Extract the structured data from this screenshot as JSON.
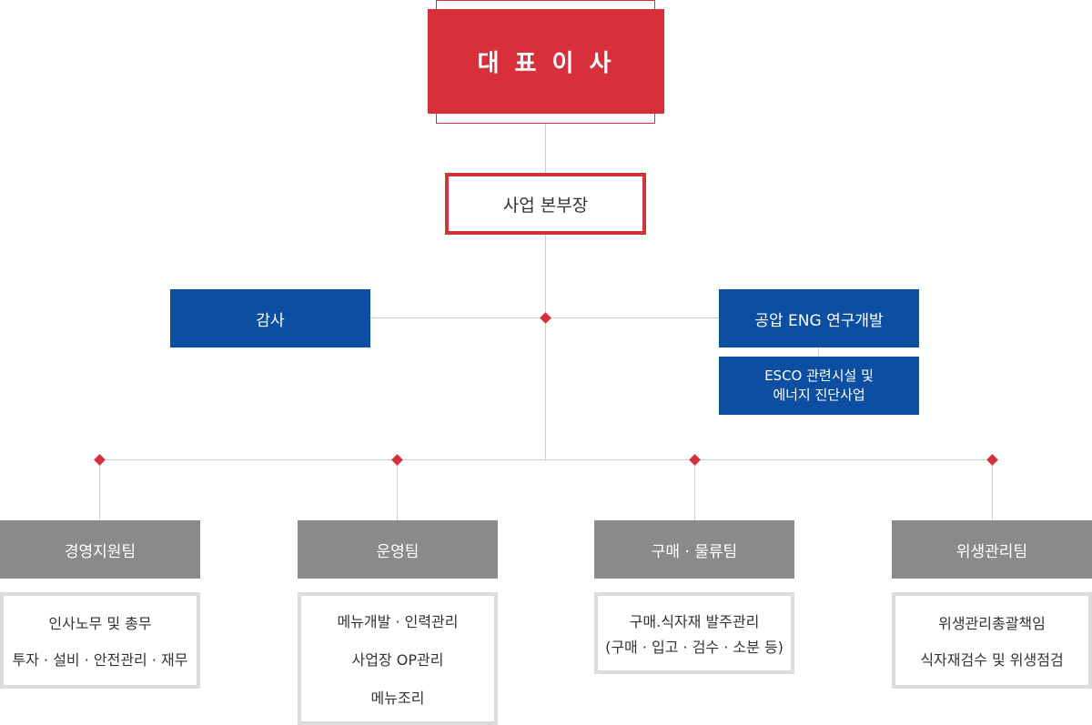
{
  "ceo": {
    "label": "대 표 이 사"
  },
  "hq": {
    "label": "사업 본부장"
  },
  "audit": {
    "label": "감사"
  },
  "rnd": {
    "label": "공압 ENG 연구개발",
    "sub_line1": "ESCO 관련시설 및",
    "sub_line2": "에너지 진단사업"
  },
  "teams": [
    {
      "label": "경영지원팀",
      "duties": [
        "인사노무 및 총무",
        "투자 · 설비 · 안전관리 · 재무"
      ]
    },
    {
      "label": "운영팀",
      "duties": [
        "메뉴개발 · 인력관리",
        "사업장 OP관리",
        "메뉴조리"
      ]
    },
    {
      "label": "구매 · 물류팀",
      "duties": [
        "구매.식자재 발주관리",
        "(구매 · 입고 · 검수 · 소분 등)"
      ]
    },
    {
      "label": "위생관리팀",
      "duties": [
        "위생관리총괄책임",
        "식자재검수 및 위생점검"
      ]
    }
  ],
  "colors": {
    "accent_red": "#d7303a",
    "blue": "#0b4ea2",
    "team_gray": "#8a8a8a",
    "connector": "#cfcfcf"
  }
}
